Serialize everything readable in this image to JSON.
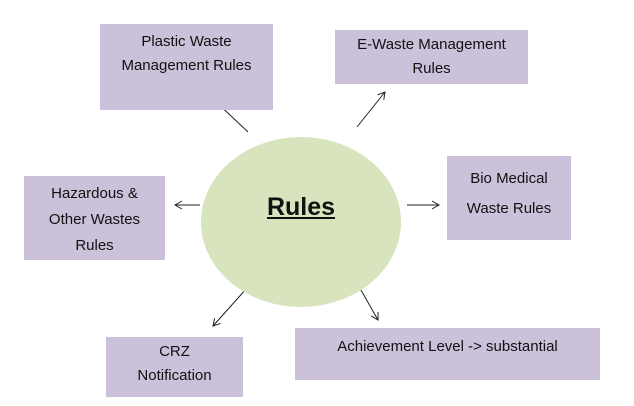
{
  "center": {
    "label": "Rules"
  },
  "boxes": {
    "plastic": [
      "Plastic Waste",
      "Management Rules"
    ],
    "ewaste": [
      "E-Waste Management",
      "Rules"
    ],
    "hazardous": [
      "Hazardous &",
      "Other Wastes",
      "Rules"
    ],
    "biomedical": [
      "Bio Medical",
      "Waste Rules"
    ],
    "crz": [
      "CRZ",
      "Notification"
    ],
    "achievement": [
      "Achievement Level -> substantial"
    ]
  },
  "colors": {
    "box": "#ccc1da",
    "circle": "#d7e4bd",
    "arrow": "#222222"
  }
}
